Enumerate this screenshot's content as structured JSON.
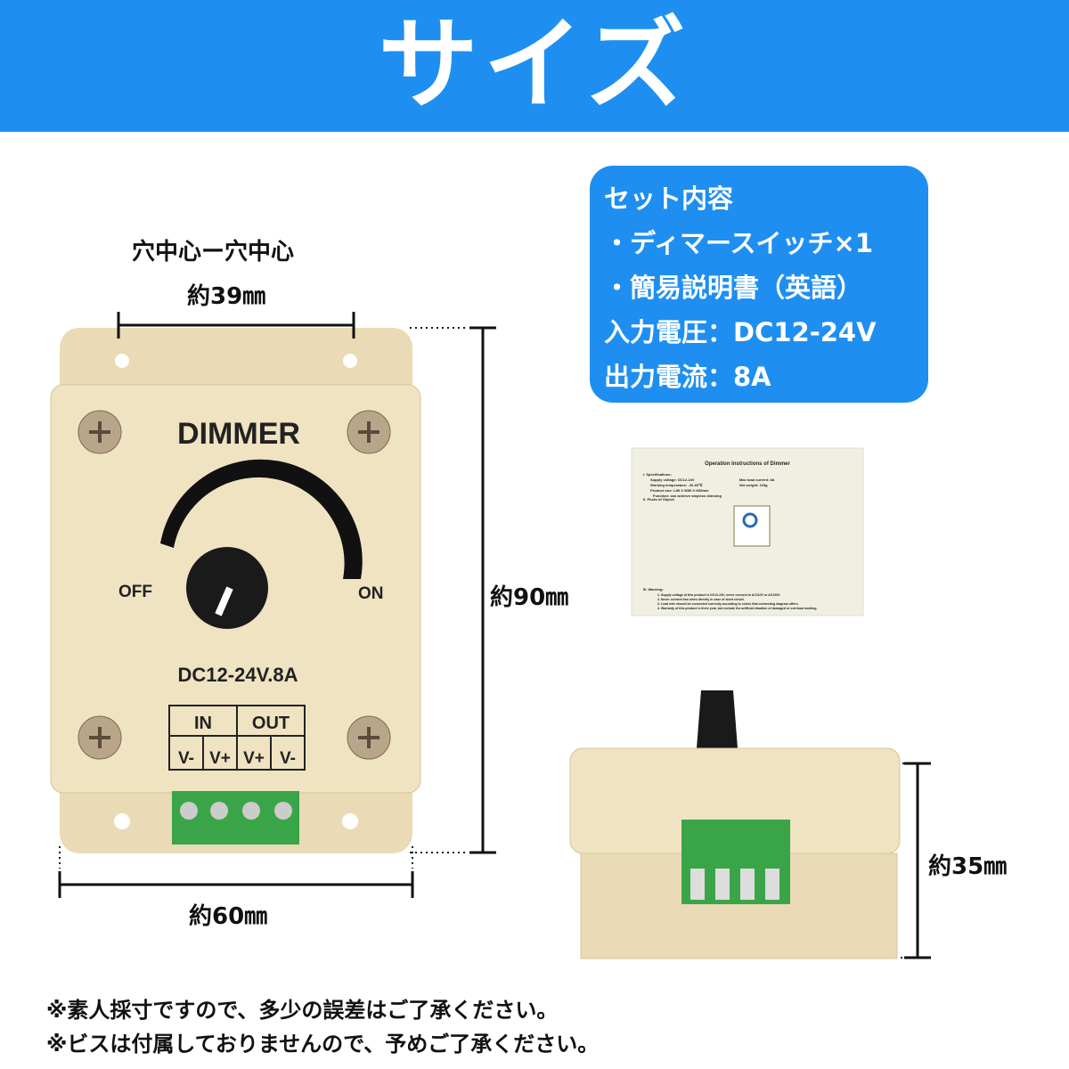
{
  "header": {
    "title": "サイズ"
  },
  "info_box": {
    "heading": "セット内容",
    "items": [
      "・ディマースイッチ×1",
      "・簡易説明書（英語）"
    ],
    "input_voltage": "入力電圧：DC12-24V",
    "output_current": "出力電流：8A"
  },
  "front_view": {
    "hole_label_1": "穴中心ー穴中心",
    "hole_label_2": "約39㎜",
    "height_label": "約90㎜",
    "width_label": "約60㎜",
    "device": {
      "brand": "DIMMER",
      "off": "OFF",
      "on": "ON",
      "rating": "DC12-24V.8A",
      "in": "IN",
      "out": "OUT",
      "terminals": [
        "V-",
        "V+",
        "V+",
        "V-"
      ]
    }
  },
  "side_view": {
    "height_label": "約35㎜"
  },
  "manual": {
    "title": "Operation Instructions of Dimmer",
    "spec_heading": "I. Specifications:",
    "specs": [
      "Supply voltage: DC12-24V",
      "Working temperature: -20-60℃",
      "Product size: L89 X W59 X H35mm",
      "Function: can achieve stepless dimming"
    ],
    "specs_right": [
      "Max load current: 8A",
      "Net weight: 115g"
    ],
    "photo_heading": "II. Photo of Object:",
    "warning_heading": "III. Warning:",
    "warnings": [
      "1. Supply voltage of this product is DC12-24V, never connect to AC110V or AC220V.",
      "2. Never connect two wires directly in case of short circuit.",
      "3. Lead wire should be connected correctly according to colors that connecting diagram offers.",
      "4. Warranty of this product is three year, but exclude the artificial situation of damaged or overload working."
    ]
  },
  "notes": [
    "※素人採寸ですので、多少の誤差はご了承ください。",
    "※ビスは付属しておりませんので、予めご了承ください。"
  ],
  "colors": {
    "brand_blue": "#1e8ff0",
    "device_beige": "#efe3c2",
    "terminal_green": "#3aa548"
  }
}
